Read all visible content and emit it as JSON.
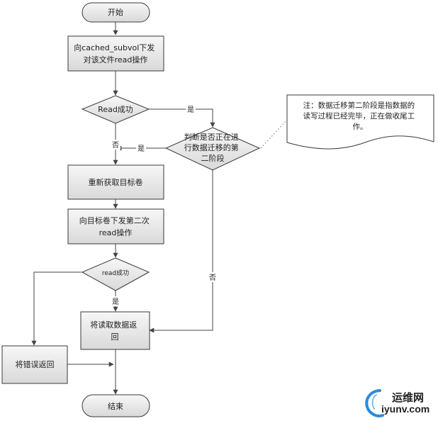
{
  "colors": {
    "box_fill_top": "#f7f7f7",
    "box_fill_bottom": "#d9d9d9",
    "stroke": "#3a3a3a",
    "line": "#444444",
    "watermark_blue": "#2d8ad8",
    "watermark_text": "#1b3f7a"
  },
  "nodes": {
    "start": "开始",
    "send_read": [
      "向cached_subvol下发",
      "对该文件read操作"
    ],
    "read_ok": "Read成功",
    "judge": [
      "判断是否正在进",
      "行数据迁移的第",
      "二阶段"
    ],
    "reacquire": "重新获取目标卷",
    "send_second": [
      "向目标卷下发第二次",
      "read操作"
    ],
    "read_ok2": "read成功",
    "return_data": [
      "将读取数据返",
      "回"
    ],
    "return_error": "将错误返回",
    "end": "结束"
  },
  "edges": {
    "yes1": "是",
    "no1": "否",
    "yes2": "是",
    "no2": "否",
    "yes3": "是"
  },
  "note": {
    "lines": [
      "注：数据迁移第二阶段是指数据的",
      "读写过程已经完毕，正在做收尾工",
      "作。"
    ]
  },
  "watermark": {
    "cn": "运维网",
    "en": "iyunv.com"
  }
}
